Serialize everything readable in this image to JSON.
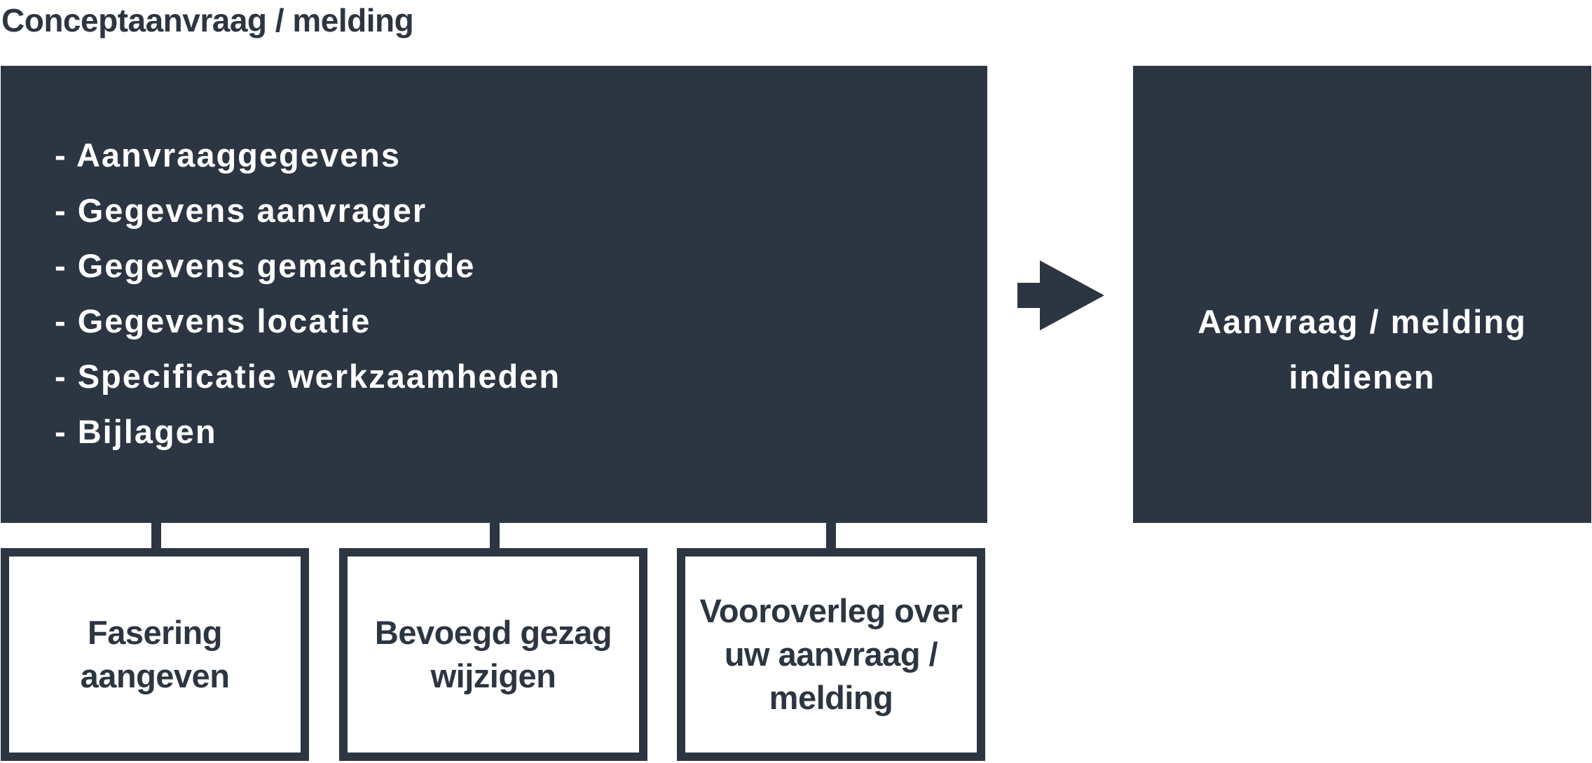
{
  "title": "Conceptaanvraag / melding",
  "main_box": {
    "items": [
      "- Aanvraaggegevens",
      "- Gegevens aanvrager",
      "- Gegevens gemachtigde",
      "- Gegevens locatie",
      "- Specificatie werkzaamheden",
      "- Bijlagen"
    ]
  },
  "target_box": {
    "line1": "Aanvraag / melding",
    "line2": "indienen"
  },
  "sub_boxes": [
    {
      "line1": "Fasering",
      "line2": "aangeven",
      "line3": ""
    },
    {
      "line1": "Bevoegd gezag",
      "line2": "wijzigen",
      "line3": ""
    },
    {
      "line1": "Vooroverleg over",
      "line2": "uw aanvraag /",
      "line3": "melding"
    }
  ],
  "colors": {
    "dark": "#2c3642",
    "background": "#ffffff"
  },
  "icons": {
    "arrow": "arrow-right-icon"
  }
}
